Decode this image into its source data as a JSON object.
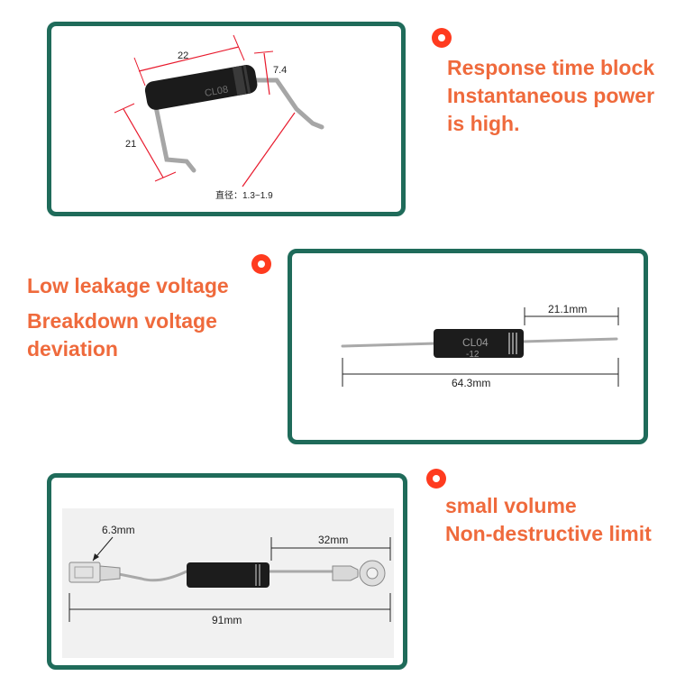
{
  "panel1": {
    "dim_length": "22",
    "dim_diameter": "7.4",
    "dim_lead": "21",
    "lead_diameter": "直径：1.3~1.9",
    "body_marking": "CL08"
  },
  "features1": [
    "Response time block",
    "Instantaneous power",
    "is high."
  ],
  "panel2": {
    "body_marking_line1": "CL04",
    "body_marking_line2": "-12",
    "dim_body": "21.1mm",
    "dim_total": "64.3mm"
  },
  "features2": [
    "Low leakage voltage",
    "Breakdown voltage",
    "deviation"
  ],
  "panel3": {
    "dim_terminal": "6.3mm",
    "dim_lead": "32mm",
    "dim_total": "91mm"
  },
  "features3": [
    "small volume",
    "Non-destructive limit"
  ],
  "colors": {
    "panel_border": "#1f6b5a",
    "bullet": "#ff3b1f",
    "feature_text": "#ef6a3c",
    "dimension_line": "#e8192c"
  }
}
